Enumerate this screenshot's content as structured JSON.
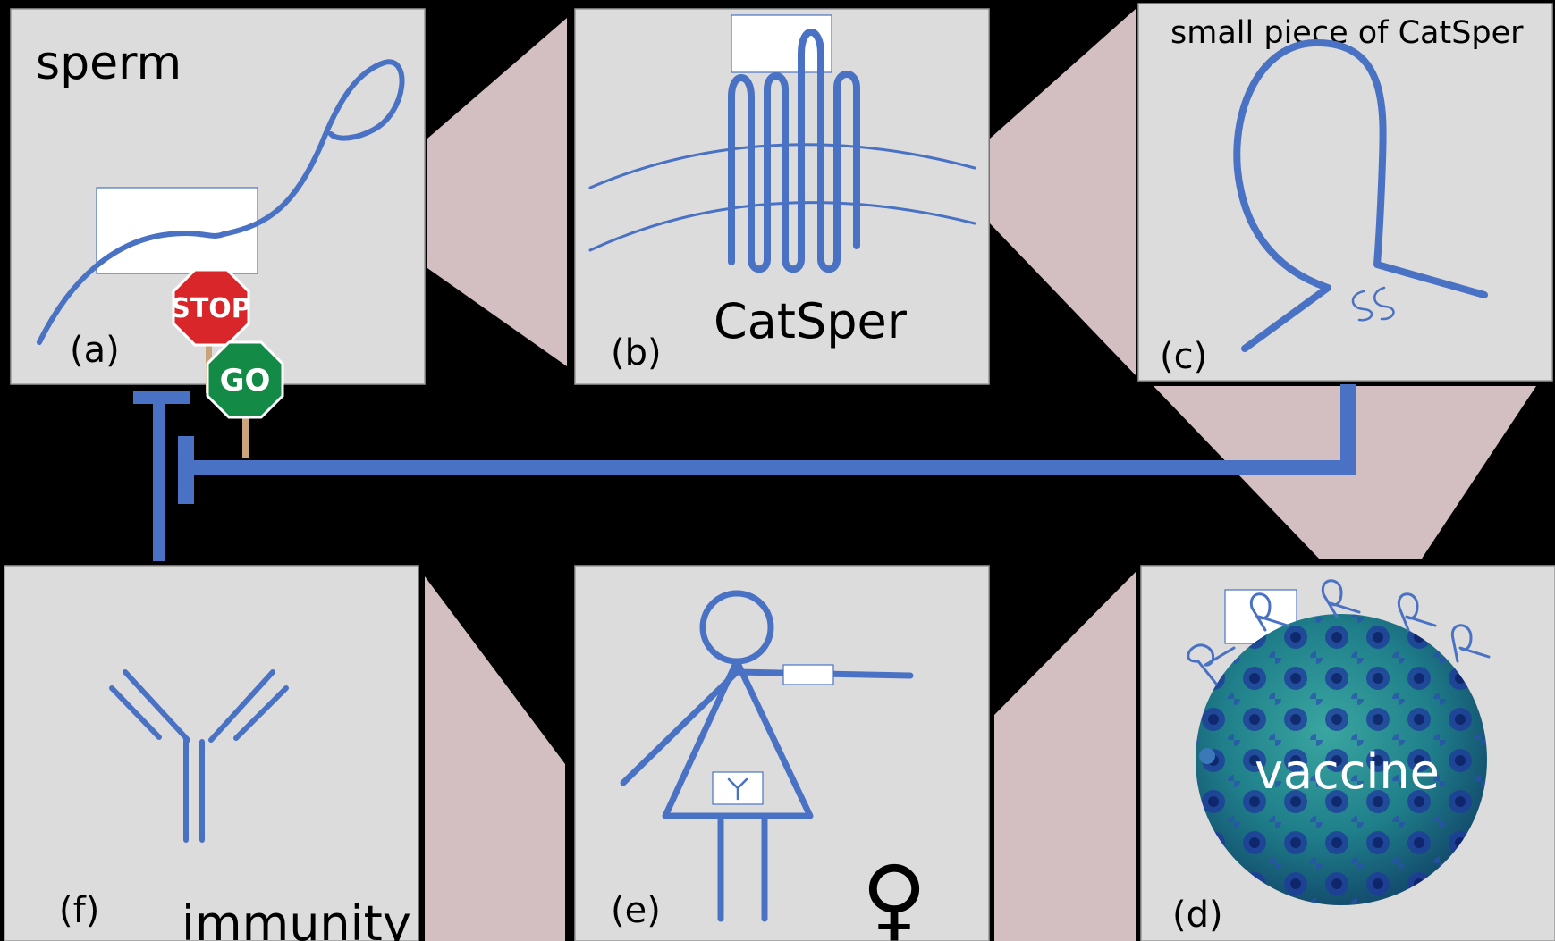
{
  "panels": {
    "a": {
      "title": "sperm",
      "label": "(a)"
    },
    "b": {
      "title": "CatSper",
      "label": "(b)"
    },
    "c": {
      "title": "small piece of CatSper",
      "label": "(c)"
    },
    "d": {
      "title": "vaccine",
      "label": "(d)"
    },
    "e": {
      "label": "(e)"
    },
    "f": {
      "title": "immunity",
      "label": "(f)"
    }
  },
  "signs": {
    "stop": "STOP",
    "go": "GO"
  },
  "female_symbol": "♀",
  "colors": {
    "background": "#000000",
    "panel": "#dcdcdc",
    "connector": "#d3bfc1",
    "line_blue": "#4a72c4",
    "stop_red": "#d8262b",
    "go_green": "#138a46"
  }
}
